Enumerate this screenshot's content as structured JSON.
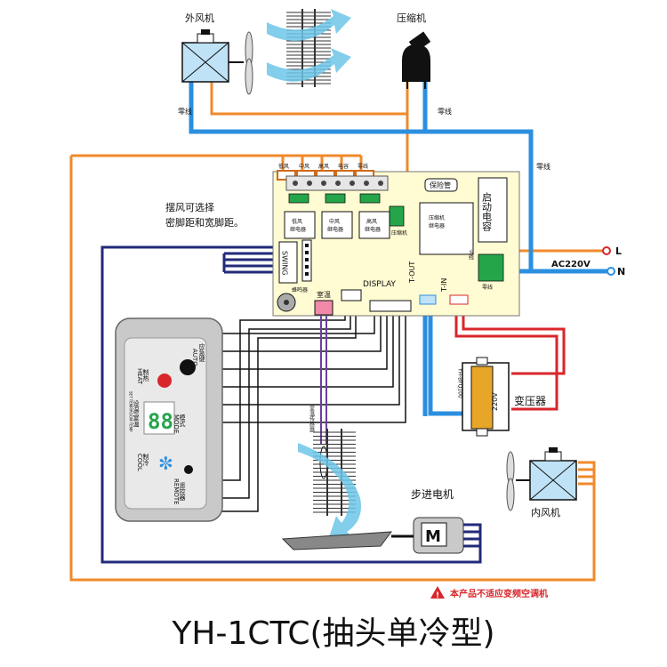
{
  "title": "YH-1CTC(抽头单冷型)",
  "warning": "本产品不适应变频空调机",
  "components": {
    "outdoor_fan": "外风机",
    "compressor": "压缩机",
    "indoor_fan": "内风机",
    "stepper_motor": "步进电机",
    "transformer": "变压器",
    "transformer_model": "YH-BYQ100",
    "transformer_voltage": "220V",
    "room_temp_sensor": "室温传感器",
    "start_capacitor": "启动电容",
    "fuse": "保险管",
    "motor_letter": "M"
  },
  "wires": {
    "neutral_1": "零线",
    "neutral_2": "零线",
    "neutral_3": "零线",
    "L": "L",
    "N": "N",
    "ac": "AC220V"
  },
  "board": {
    "terminals": [
      "低风",
      "中风",
      "高风",
      "电容",
      "零线"
    ],
    "relays": [
      {
        "line1": "低风",
        "line2": "继电器"
      },
      {
        "line1": "中风",
        "line2": "继电器"
      },
      {
        "line1": "高风",
        "line2": "继电器"
      }
    ],
    "comp_terminal": "压缩机",
    "comp_relay_1": "压缩机",
    "comp_relay_2": "继电器",
    "fire": "火线",
    "neutral": "零线",
    "swing": "SWING",
    "buzzer": "蜂鸣器",
    "room_temp": "室温",
    "display": "DISPLAY",
    "t_out": "T-OUT",
    "t_in": "T-IN"
  },
  "swing_note_1": "摆风可选择",
  "swing_note_2": "密脚距和宽脚距。",
  "panel": {
    "emergency_cn": "应急键",
    "emergency_en": "AUTO",
    "heat_cn": "制热",
    "heat_en": "HEAT",
    "temp_cn": "设温/室温",
    "temp_en": "SET TEMP/ROOM TEMP",
    "digits": "88",
    "mode_cn": "模式",
    "mode_en": "MODE",
    "cool_cn": "制冷",
    "cool_en": "COOL",
    "remote_cn": "遥控器",
    "remote_en": "REMOTE"
  },
  "colors": {
    "orange": "#f08a2a",
    "blue": "#2b8fe0",
    "navy": "#222a7a",
    "red": "#d8262a",
    "board": "#fffbd2",
    "green": "#25a54a"
  }
}
